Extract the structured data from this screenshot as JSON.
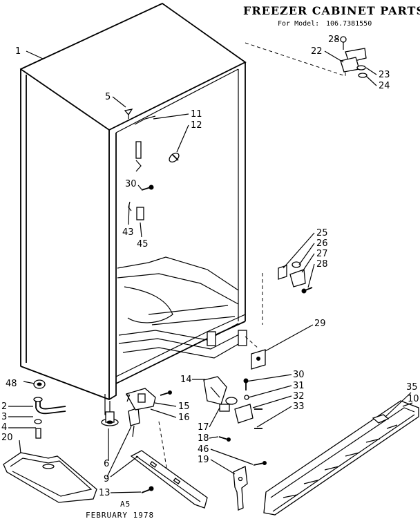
{
  "header": {
    "title": "FREEZER CABINET PARTS",
    "model_prefix": "For Model:",
    "model_number": "106.7381550"
  },
  "footer": {
    "code": "A5",
    "date": "FEBRUARY 1978"
  },
  "callouts": {
    "p1": "1",
    "p2": "2",
    "p3": "3",
    "p4": "4",
    "p5": "5",
    "p6": "6",
    "p7": "7",
    "p9": "9",
    "p10": "10",
    "p11": "11",
    "p12": "12",
    "p13": "13",
    "p14": "14",
    "p15": "15",
    "p16": "16",
    "p17": "17",
    "p18": "18",
    "p19": "19",
    "p20": "20",
    "p22": "22",
    "p23": "23",
    "p24": "24",
    "p25": "25",
    "p26": "26",
    "p27": "27",
    "p28a": "28",
    "p28b": "28",
    "p29": "29",
    "p30a": "30",
    "p30b": "30",
    "p31": "31",
    "p32": "32",
    "p33": "33",
    "p35": "35",
    "p43": "43",
    "p45": "45",
    "p46": "46",
    "p48": "48"
  }
}
